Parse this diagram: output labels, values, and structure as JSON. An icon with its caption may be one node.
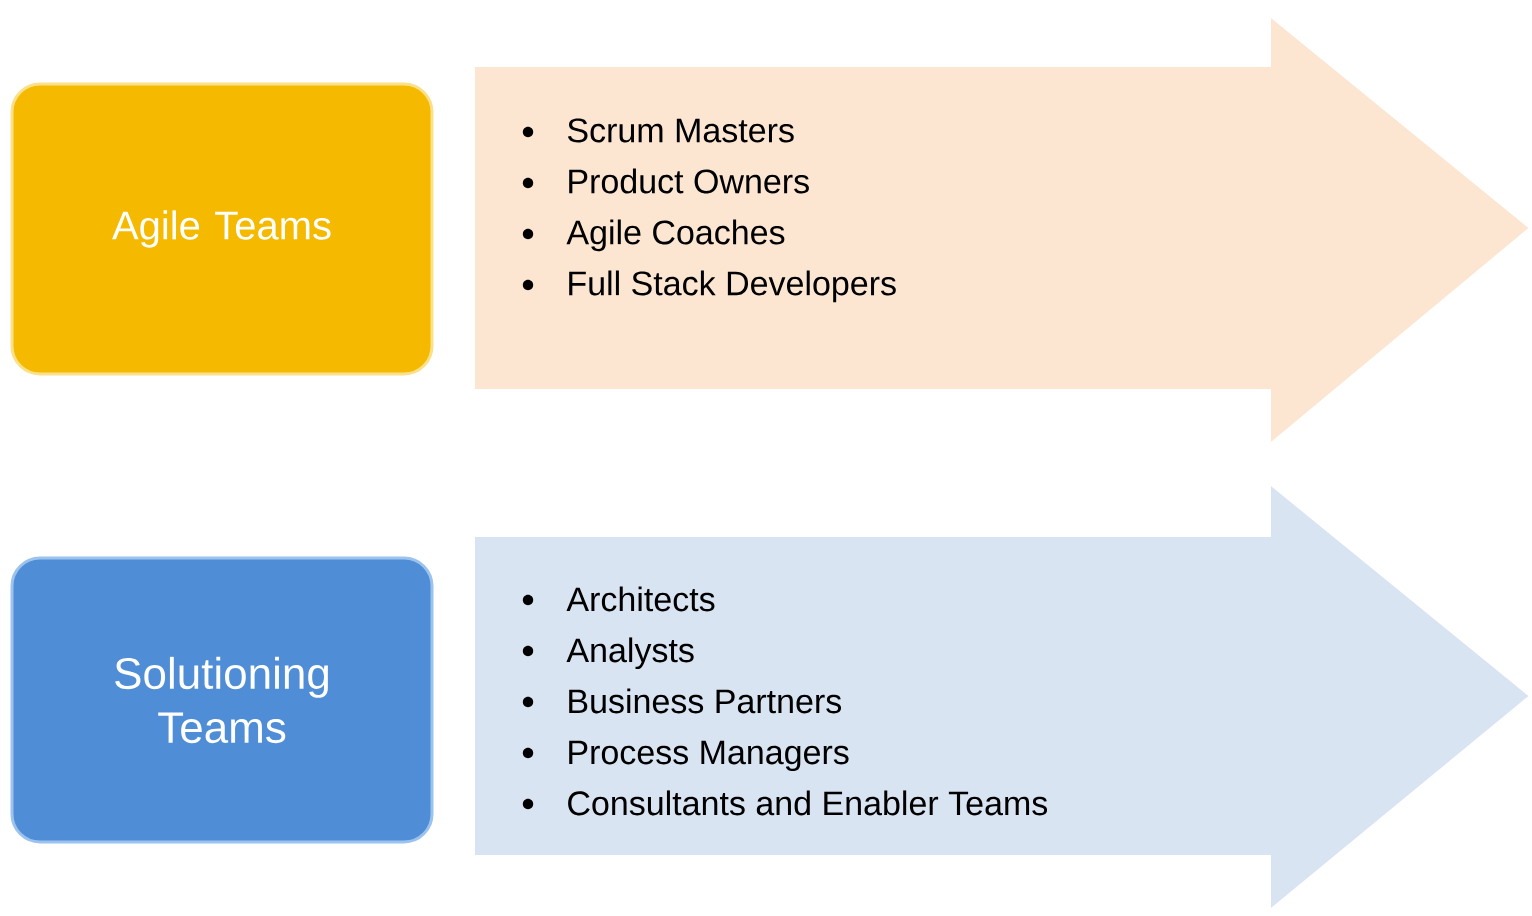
{
  "diagram": {
    "nodes": [
      {
        "text": [
          "Agile Teams"
        ]
      },
      {
        "text": [
          "Scrum Masters",
          "Product Owners",
          "Agile Coaches",
          "Full Stack Developers"
        ]
      },
      {
        "text": [
          "Solutioning Teams"
        ]
      },
      {
        "text": [
          "Architects",
          "Analysts",
          "Business Partners",
          "Process Managers",
          "Consultants and Enabler Teams"
        ]
      }
    ]
  }
}
